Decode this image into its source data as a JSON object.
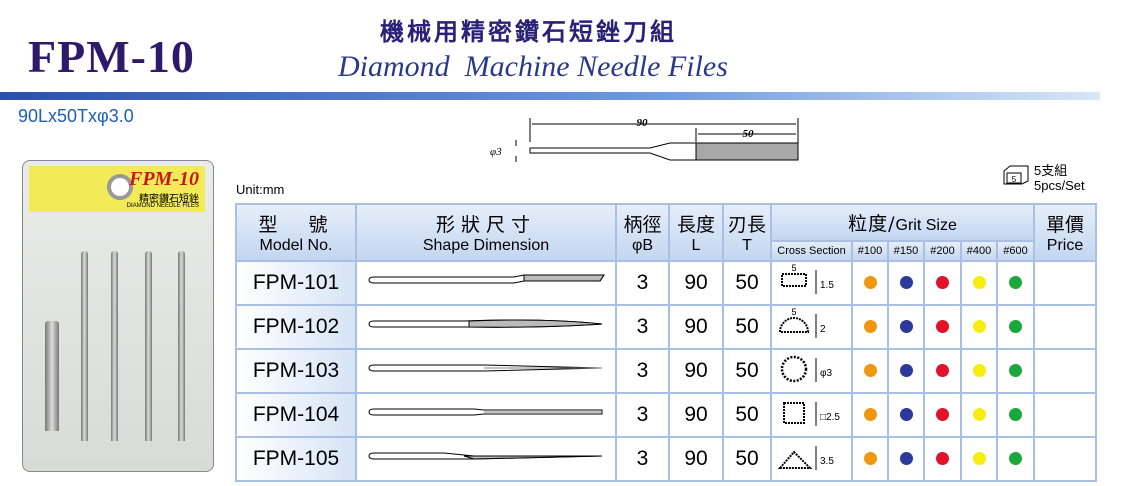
{
  "header": {
    "brand": "FPM-10",
    "title_zh": "機械用精密鑽石短銼刀組",
    "title_en": "Diamond  Machine Needle Files",
    "spec": "90Lx50Txφ3.0"
  },
  "drawing": {
    "total_length": "90",
    "tip_length": "50",
    "diameter": "φ3"
  },
  "unit": "Unit:mm",
  "set": {
    "count": "5",
    "zh": "5支組",
    "en": "5pcs/Set"
  },
  "package": {
    "brand": "FPM-10",
    "zh": "精密鑽石短銼",
    "en": "DIAMOND NEEDLE FILES"
  },
  "table": {
    "headers": {
      "model_zh": "型　號",
      "model_en": "Model No.",
      "shape_zh": "形狀尺寸",
      "shape_en": "Shape Dimension",
      "b_zh": "柄徑",
      "b_en": "φB",
      "l_zh": "長度",
      "l_en": "L",
      "t_zh": "刃長",
      "t_en": "T",
      "grit_zh": "粒度/",
      "grit_en": "Grit Size",
      "cross": "Cross Section",
      "grits": [
        "#100",
        "#150",
        "#200",
        "#400",
        "#600"
      ],
      "price_zh": "單價",
      "price_en": "Price"
    },
    "rows": [
      {
        "model": "FPM-101",
        "b": "3",
        "l": "90",
        "t": "50",
        "shape": "flat",
        "cross": "1.5",
        "cross_top": "5"
      },
      {
        "model": "FPM-102",
        "b": "3",
        "l": "90",
        "t": "50",
        "shape": "half-round",
        "cross": "2",
        "cross_top": "5"
      },
      {
        "model": "FPM-103",
        "b": "3",
        "l": "90",
        "t": "50",
        "shape": "round",
        "cross": "φ3",
        "cross_top": ""
      },
      {
        "model": "FPM-104",
        "b": "3",
        "l": "90",
        "t": "50",
        "shape": "square",
        "cross": "□2.5",
        "cross_top": ""
      },
      {
        "model": "FPM-105",
        "b": "3",
        "l": "90",
        "t": "50",
        "shape": "triangle",
        "cross": "3.5",
        "cross_top": ""
      }
    ],
    "grit_colors": [
      "#f0960f",
      "#2b3a9a",
      "#e0132a",
      "#f5ee10",
      "#1aa83a"
    ]
  }
}
